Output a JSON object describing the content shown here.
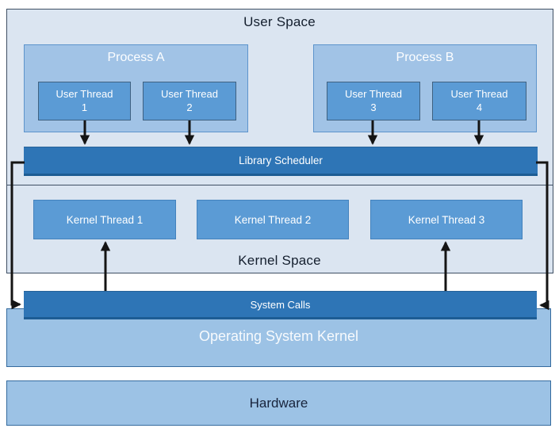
{
  "colors": {
    "space_fill": "#dbe5f1",
    "process_fill": "#a1c3e6",
    "thread_fill": "#5b9bd5",
    "bar_fill": "#2e75b6",
    "panel_fill": "#9cc2e5",
    "arrow": "#141414"
  },
  "user_space": {
    "label": "User Space",
    "processes": [
      {
        "label": "Process A",
        "threads": [
          {
            "line1": "User Thread",
            "line2": "1"
          },
          {
            "line1": "User Thread",
            "line2": "2"
          }
        ]
      },
      {
        "label": "Process B",
        "threads": [
          {
            "line1": "User Thread",
            "line2": "3"
          },
          {
            "line1": "User Thread",
            "line2": "4"
          }
        ]
      }
    ],
    "library_scheduler_label": "Library Scheduler"
  },
  "kernel_space": {
    "label": "Kernel Space",
    "kernel_threads": [
      {
        "label": "Kernel Thread 1"
      },
      {
        "label": "Kernel Thread 2"
      },
      {
        "label": "Kernel Thread 3"
      }
    ]
  },
  "os_kernel": {
    "system_calls_label": "System Calls",
    "label": "Operating System Kernel"
  },
  "hardware": {
    "label": "Hardware"
  }
}
